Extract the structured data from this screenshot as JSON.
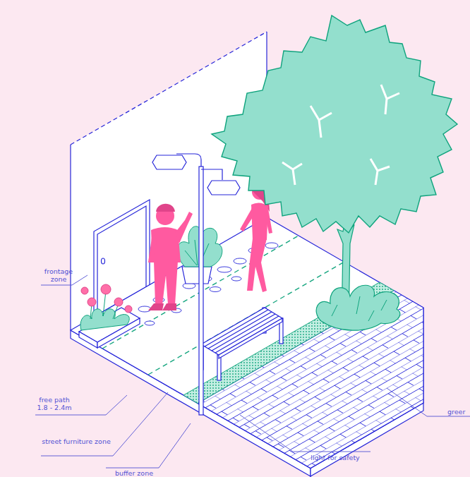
{
  "diagram": {
    "labels": [
      "frontage zone",
      "free path 1.8 - 2.4m",
      "street furniture zone",
      "buffer zone",
      "light for safety",
      "greer"
    ]
  }
}
